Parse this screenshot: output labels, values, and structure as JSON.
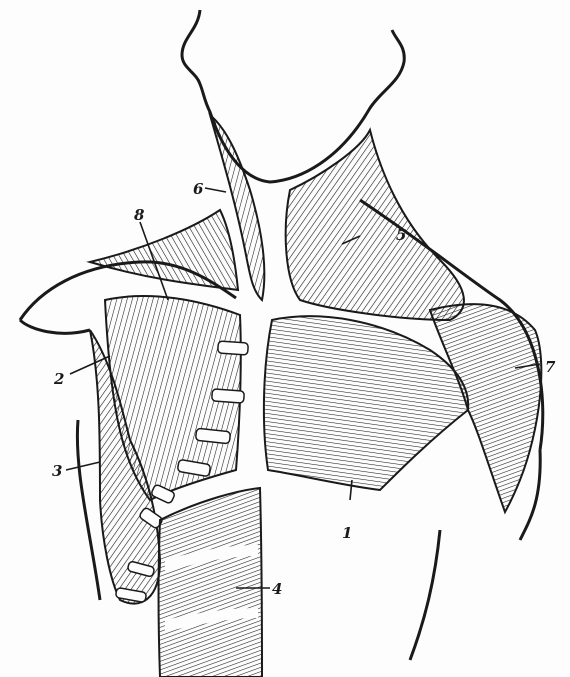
{
  "figure": {
    "colors": {
      "ink": "#1a1a1a",
      "paper": "#fdfdfd"
    },
    "labels": {
      "l1": "1",
      "l2": "2",
      "l3": "3",
      "l4": "4",
      "l5": "5",
      "l6": "6",
      "l7": "7",
      "l8": "8"
    }
  }
}
